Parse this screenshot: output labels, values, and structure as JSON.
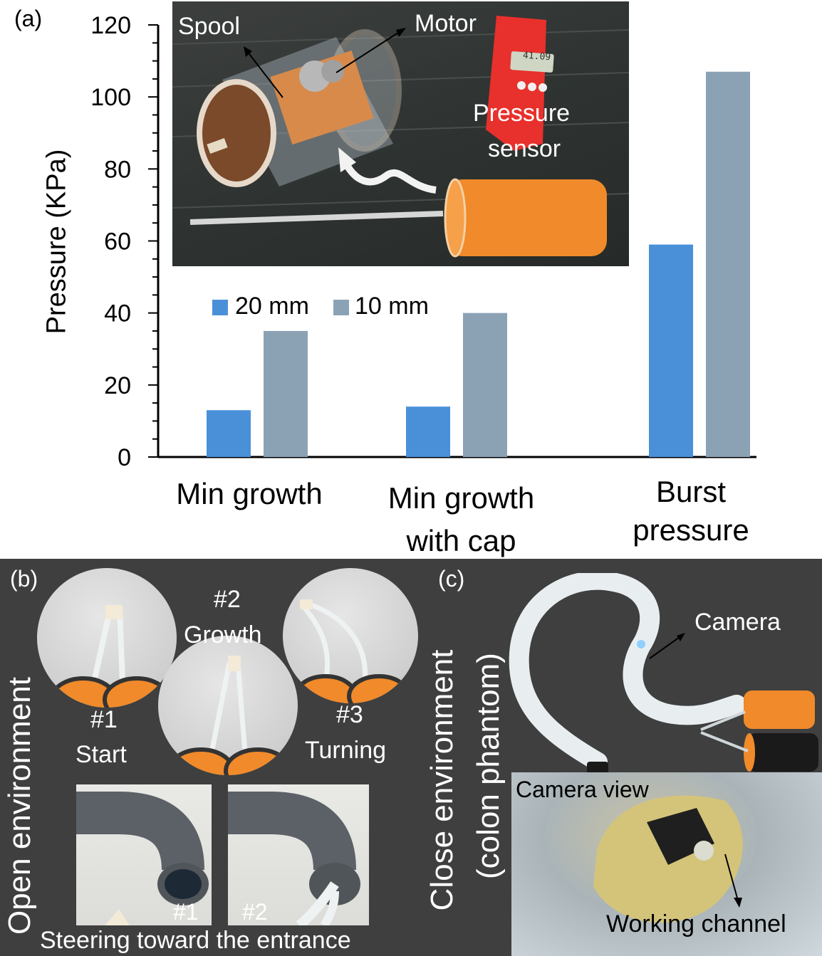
{
  "panel_a": {
    "label": "(a)",
    "inset_labels": {
      "spool": "Spool",
      "motor": "Motor",
      "pressure_sensor_1": "Pressure",
      "pressure_sensor_2": "sensor",
      "display": "41.09"
    }
  },
  "chart_data": {
    "type": "bar",
    "categories": [
      "Min growth",
      "Min growth with cap",
      "Burst pressure"
    ],
    "category_lines": [
      [
        "Min growth"
      ],
      [
        "Min growth",
        "with cap"
      ],
      [
        "Burst",
        "pressure"
      ]
    ],
    "series": [
      {
        "name": "20 mm",
        "color": "#4a90d9",
        "values": [
          13,
          14,
          59
        ]
      },
      {
        "name": "10 mm",
        "color": "#8ba2b5",
        "values": [
          35,
          40,
          107
        ]
      }
    ],
    "ylabel": "Pressure (KPa)",
    "xlabel": "",
    "ylim": [
      0,
      120
    ],
    "yticks": [
      0,
      20,
      40,
      60,
      80,
      100,
      120
    ],
    "grid": false,
    "legend": "top-left-inside"
  },
  "panel_b": {
    "label": "(b)",
    "side_label": "Open environment",
    "step1_num": "#1",
    "step1_name": "Start",
    "step2_num": "#2",
    "step2_name": "Growth",
    "step3_num": "#3",
    "step3_name": "Turning",
    "pipe1": "#1",
    "pipe2": "#2",
    "caption": "Steering toward the entrance"
  },
  "panel_c": {
    "label": "(c)",
    "side_label_1": "Close environment",
    "side_label_2": "(colon phantom)",
    "camera": "Camera",
    "camera_view": "Camera view",
    "working_channel": "Working channel"
  }
}
